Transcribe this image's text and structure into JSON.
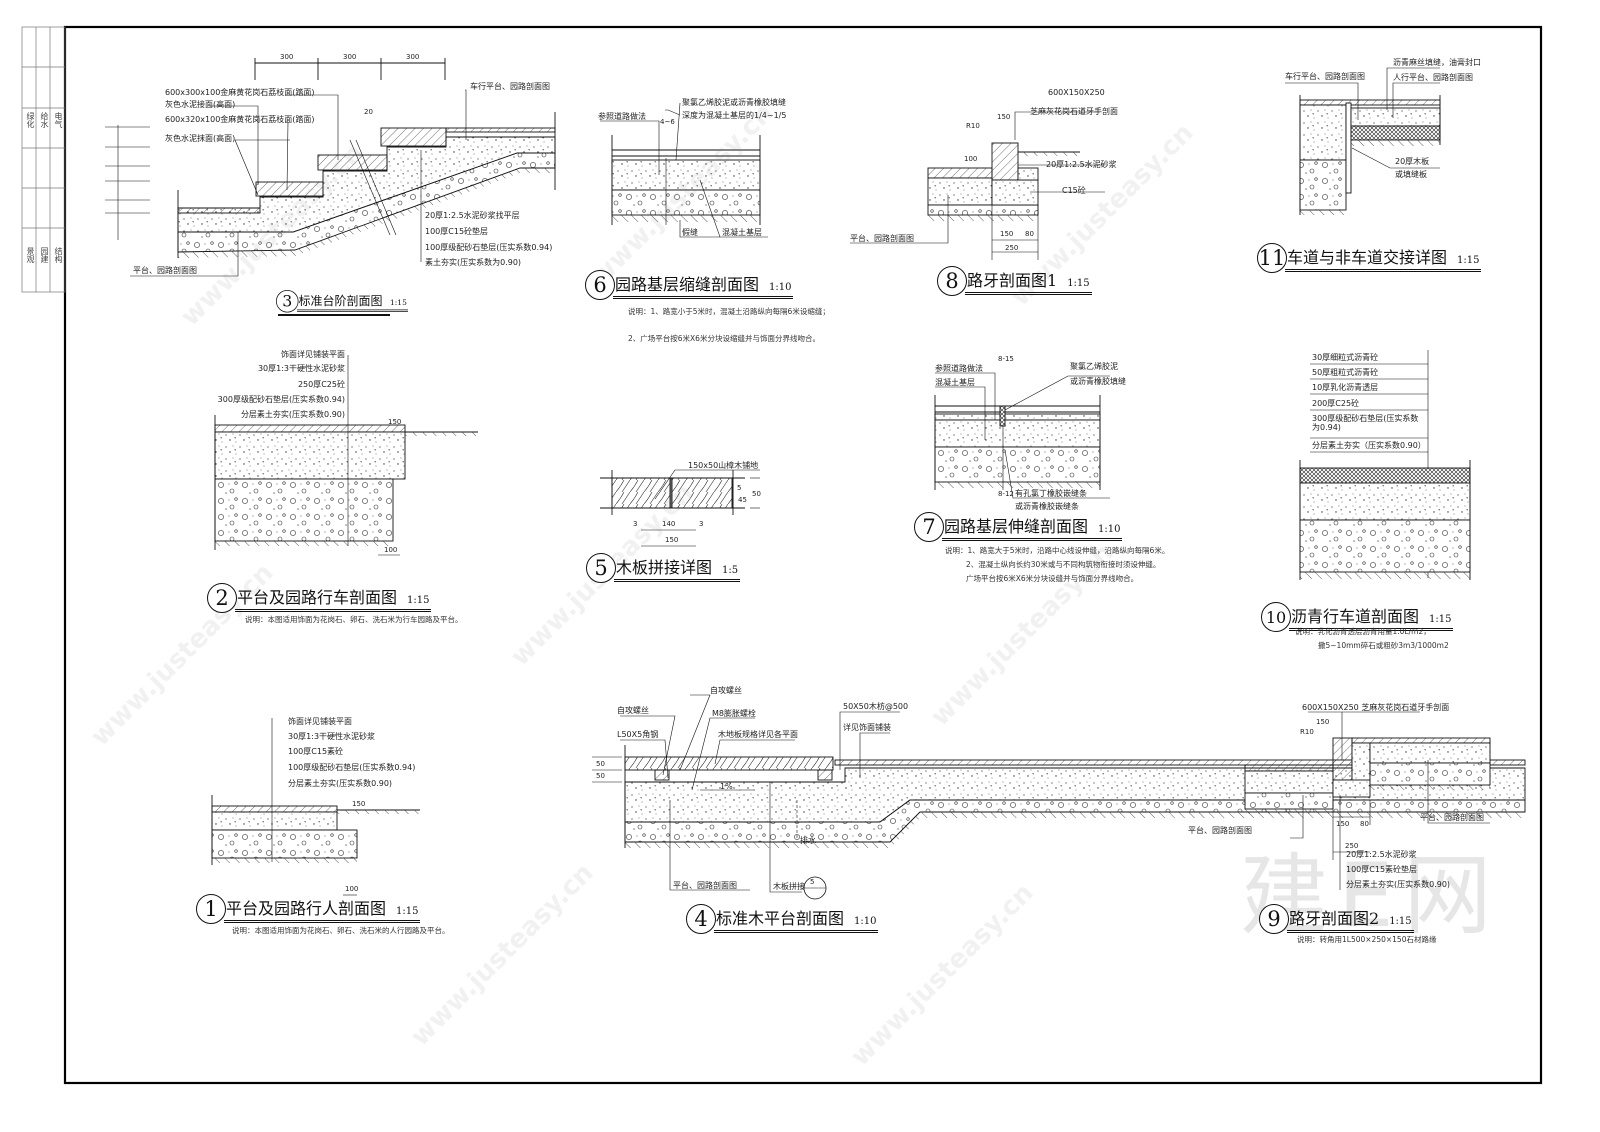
{
  "title_block": {
    "disciplines": [
      "绿化",
      "给水",
      "电气"
    ],
    "signoffs": [
      "景观",
      "园建",
      "结构"
    ]
  },
  "details": {
    "d1": {
      "number": "1",
      "title": "平台及园路行人剖面图",
      "scale": "1:15",
      "labels": [
        "饰面详见铺装平面",
        "30厚1:3干硬性水泥砂浆",
        "100厚C15素砼",
        "100厚级配砂石垫层(压实系数0.94)",
        "分层素土夯实(压实系数0.90)"
      ],
      "dims": [
        "100",
        "150"
      ],
      "note": "说明：本图适用饰面为花岗石、卵石、洗石米的人行园路及平台。"
    },
    "d2": {
      "number": "2",
      "title": "平台及园路行车剖面图",
      "scale": "1:15",
      "labels": [
        "饰面详见铺装平面",
        "30厚1:3干硬性水泥砂浆",
        "250厚C25砼",
        "300厚级配砂石垫层(压实系数0.94)",
        "分层素土夯实(压实系数0.90)"
      ],
      "dims": [
        "150",
        "100"
      ],
      "note": "说明：本图适用饰面为花岗石、卵石、洗石米为行车园路及平台。"
    },
    "d3": {
      "number": "3",
      "title": "标准台阶剖面图",
      "scale": "1:15",
      "dims": [
        "300",
        "300",
        "300",
        "20"
      ],
      "labels_left": [
        "600x300x100金麻黄花岗石荔枝面(踏面)",
        "灰色水泥接面(高面)",
        "600x320x100金麻黄花岗石荔枝面(踏面)",
        "灰色水泥抹面(高面)"
      ],
      "label_top_right": "车行平台、园路剖面图",
      "labels_right": [
        "20厚1:2.5水泥砂浆找平层",
        "100厚C15砼垫层",
        "100厚级配砂石垫层(压实系数0.94)",
        "素土夯实(压实系数为0.90)"
      ],
      "label_bottom_left": "平台、园路剖面图"
    },
    "d4": {
      "number": "4",
      "title": "标准木平台剖面图",
      "scale": "1:10",
      "labels": [
        "自攻螺丝",
        "自攻螺丝",
        "M8膨胀螺栓",
        "L50X5角钢",
        "木地板规格详见各平面",
        "50X50木枋@500",
        "详见饰面铺装",
        "1%",
        "排水",
        "平台、园路剖面图",
        "木板拼接"
      ],
      "ref_number": "5",
      "ref_sheet": "—",
      "dims": [
        "50",
        "50"
      ]
    },
    "d5": {
      "number": "5",
      "title": "木板拼接详图",
      "scale": "1:5",
      "labels": [
        "150x50山樟木铺地"
      ],
      "dims": [
        "3",
        "140",
        "3",
        "150",
        "5",
        "45",
        "50"
      ]
    },
    "d6": {
      "number": "6",
      "title": "园路基层缩缝剖面图",
      "scale": "1:10",
      "labels": [
        "参照道路做法",
        "聚氯乙烯胶泥或沥青橡胶填缝",
        "深度为混凝土基层的1/4~1/5",
        "假缝",
        "混凝土基层",
        "4~6"
      ],
      "notes": [
        "说明：1、路宽小于5米时，混凝土沿路纵向每隔6米设缩缝；",
        "2、广场平台按6米X6米分块设缩缝并与饰面分界线吻合。"
      ]
    },
    "d7": {
      "number": "7",
      "title": "园路基层伸缝剖面图",
      "scale": "1:10",
      "labels": [
        "参照道路做法",
        "混凝土基层",
        "聚氯乙烯胶泥",
        "或沥青橡胶填缝",
        "有孔氯丁橡胶嵌缝条",
        "或沥青橡胶嵌缝条",
        "8-15",
        "8-12"
      ],
      "notes": [
        "说明：1、路宽大于5米时，沿路中心线设伸缝，沿路纵向每隔6米。",
        "2、混凝土纵向长约30米或与不同构筑物衔接时须设伸缝。",
        "广场平台按6米X6米分块设缝并与饰面分界线吻合。"
      ]
    },
    "d8": {
      "number": "8",
      "title": "路牙剖面图1",
      "scale": "1:15",
      "labels": [
        "600X150X250",
        "芝麻灰花岗石道牙手剖面",
        "20厚1:2.5水泥砂浆",
        "C15砼",
        "平台、园路剖面图"
      ],
      "dims": [
        "150",
        "150",
        "80",
        "250",
        "R10",
        "100"
      ]
    },
    "d9": {
      "number": "9",
      "title": "路牙剖面图2",
      "scale": "1:15",
      "labels": [
        "600X150X250 芝麻灰花岗石道牙手剖面",
        "平台、园路剖面图",
        "平台、园路剖面图",
        "20厚1:2.5水泥砂浆",
        "100厚C15素砼垫层",
        "分层素土夯实(压实系数0.90)"
      ],
      "dims": [
        "150",
        "150",
        "80",
        "250",
        "R10"
      ],
      "note": "说明：转角用1L500×250×150石材路缘"
    },
    "d10": {
      "number": "10",
      "title": "沥青行车道剖面图",
      "scale": "1:15",
      "labels": [
        "30厚细粒式沥青砼",
        "50厚粗粒式沥青砼",
        "10厚乳化沥青透层",
        "200厚C25砼",
        "300厚级配砂石垫层(压实系数为0.94)",
        "分层素土夯实（压实系数0.90）"
      ],
      "notes": [
        "说明：乳化沥青透层沥青用量1.0L/m2，",
        "撒5~10mm碎石或粗砂3m3/1000m2"
      ]
    },
    "d11": {
      "number": "11",
      "title": "车道与非车道交接详图",
      "scale": "1:15",
      "labels": [
        "车行平台、园路剖面图",
        "沥青麻丝填缝，油膏封口",
        "人行平台、园路剖面图",
        "20厚木板",
        "或填缝板"
      ]
    }
  },
  "watermark": {
    "site": "www.justeasy.cn",
    "logo": "建E网"
  }
}
